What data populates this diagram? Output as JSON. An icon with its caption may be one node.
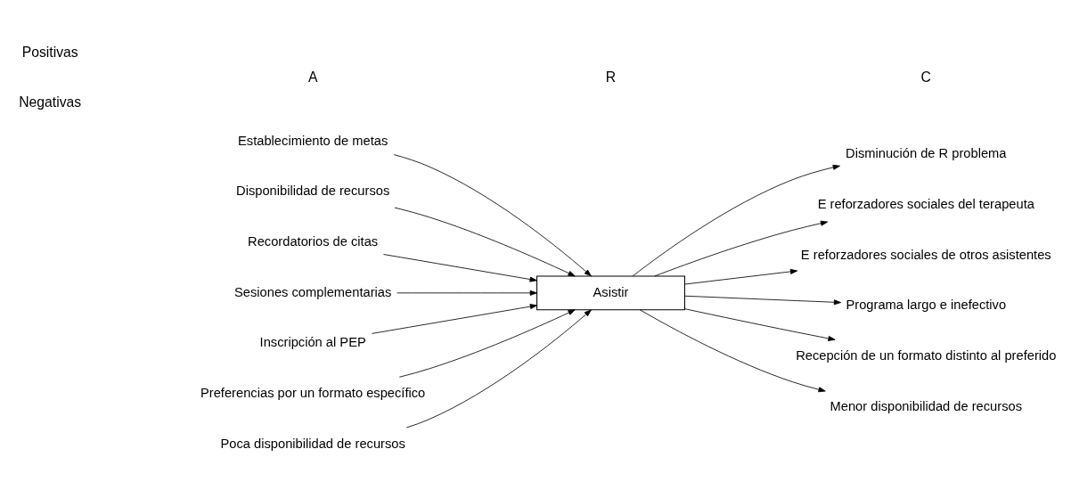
{
  "diagram": {
    "nodes": [
      {
        "text": [
          "Establecimiento de metas"
        ]
      },
      {
        "text": [
          "Disponibilidad de recursos"
        ]
      },
      {
        "text": [
          "Recordatorios de citas"
        ]
      },
      {
        "text": [
          "Sesiones complementarias"
        ]
      },
      {
        "text": [
          "Disminución de R problema"
        ]
      },
      {
        "text": [
          "E reforzadores sociales del terapeuta"
        ]
      },
      {
        "text": [
          "E reforzadores sociales de otros asistentes"
        ]
      },
      {
        "text": [
          "Asistir"
        ]
      },
      {
        "text": [
          "Inscripción al PEP"
        ]
      },
      {
        "text": [
          "Preferencias por un formato específico"
        ]
      },
      {
        "text": [
          "Poca disponibilidad de recursos"
        ]
      },
      {
        "text": [
          "Programa largo e inefectivo"
        ]
      },
      {
        "text": [
          "Recepción de un formato distinto al preferido"
        ]
      },
      {
        "text": [
          "Menor disponibilidad de recursos"
        ]
      }
    ],
    "edges": [
      {
        "from": 0,
        "to": 7,
        "arrow": "to"
      },
      {
        "from": 1,
        "to": 7,
        "arrow": "to"
      },
      {
        "from": 2,
        "to": 7,
        "arrow": "to"
      },
      {
        "from": 3,
        "to": 7,
        "arrow": "to"
      },
      {
        "from": 7,
        "to": 4,
        "arrow": "to"
      },
      {
        "from": 7,
        "to": 5,
        "arrow": "to"
      },
      {
        "from": 7,
        "to": 6,
        "arrow": "to"
      },
      {
        "from": 8,
        "to": 7,
        "arrow": "to"
      },
      {
        "from": 9,
        "to": 7,
        "arrow": "to"
      },
      {
        "from": 10,
        "to": 7,
        "arrow": "to"
      },
      {
        "from": 7,
        "to": 11,
        "arrow": "to"
      },
      {
        "from": 7,
        "to": 12,
        "arrow": "to"
      },
      {
        "from": 7,
        "to": 13,
        "arrow": "to"
      }
    ],
    "labels": [
      "A",
      "R",
      "C",
      "Positivas",
      "Negativas"
    ]
  }
}
